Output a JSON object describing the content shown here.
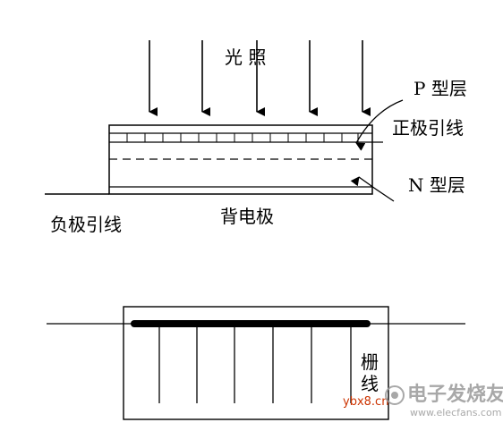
{
  "labels": {
    "light": "光 照",
    "p_layer": "P 型层",
    "positive_lead": "正极引线",
    "n_layer": "N 型层",
    "negative_lead": "负极引线",
    "back_electrode": "背电极",
    "grid_line_1": "栅",
    "grid_line_2": "线"
  },
  "watermark": {
    "site": "ybx8.cn",
    "brand": "电子发烧友",
    "url": "www.elecfans.com"
  },
  "colors": {
    "line": "#000000",
    "background": "#ffffff",
    "site_watermark": "#cc3300",
    "brand_watermark": "#9a9a9a"
  }
}
